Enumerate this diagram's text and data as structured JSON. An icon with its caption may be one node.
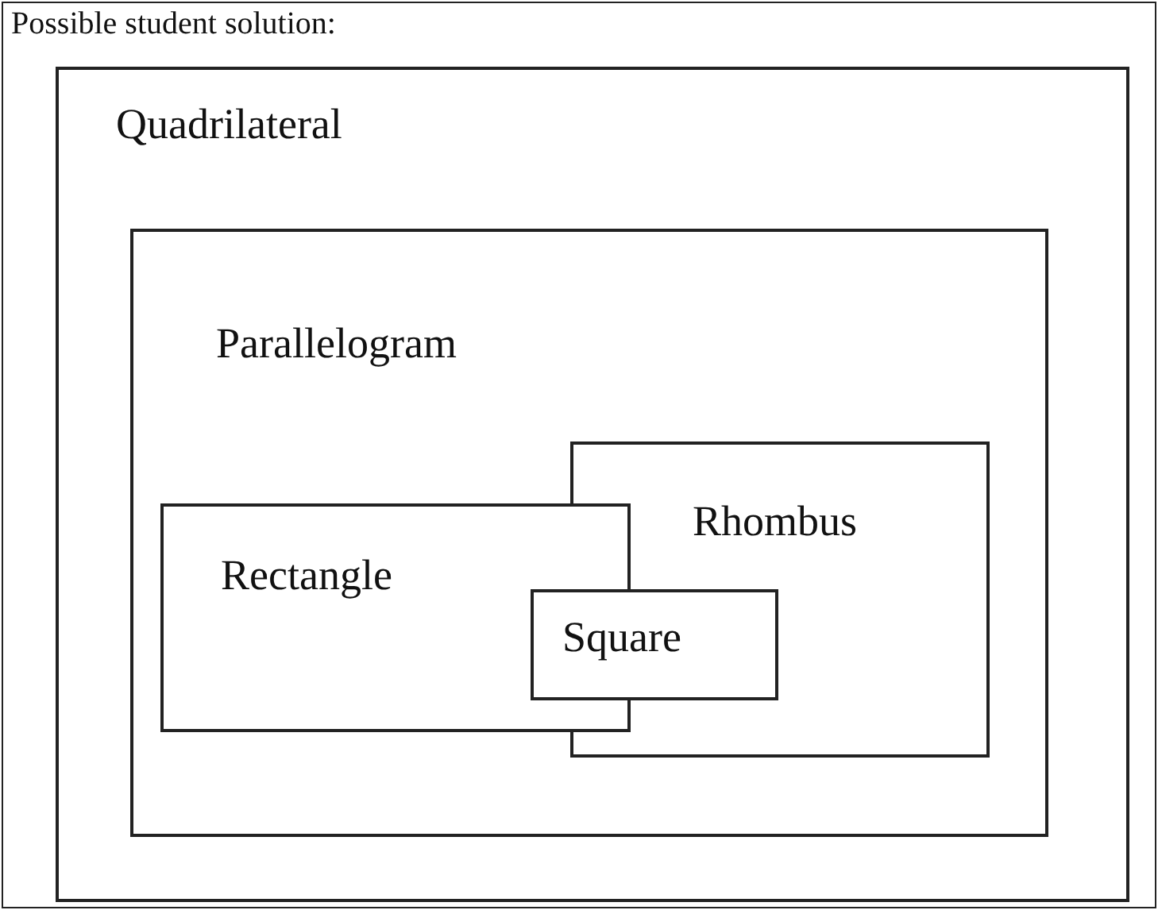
{
  "diagram": {
    "title": "Possible student solution:",
    "nodes": [
      {
        "text": [
          "Quadrilateral"
        ]
      },
      {
        "text": [
          "Parallelogram"
        ],
        "in": 0
      },
      {
        "text": [
          "Rhombus"
        ],
        "in": 1
      },
      {
        "text": [
          "Rectangle"
        ],
        "in": 1
      },
      {
        "text": [
          "Square"
        ],
        "in": 1
      }
    ]
  }
}
